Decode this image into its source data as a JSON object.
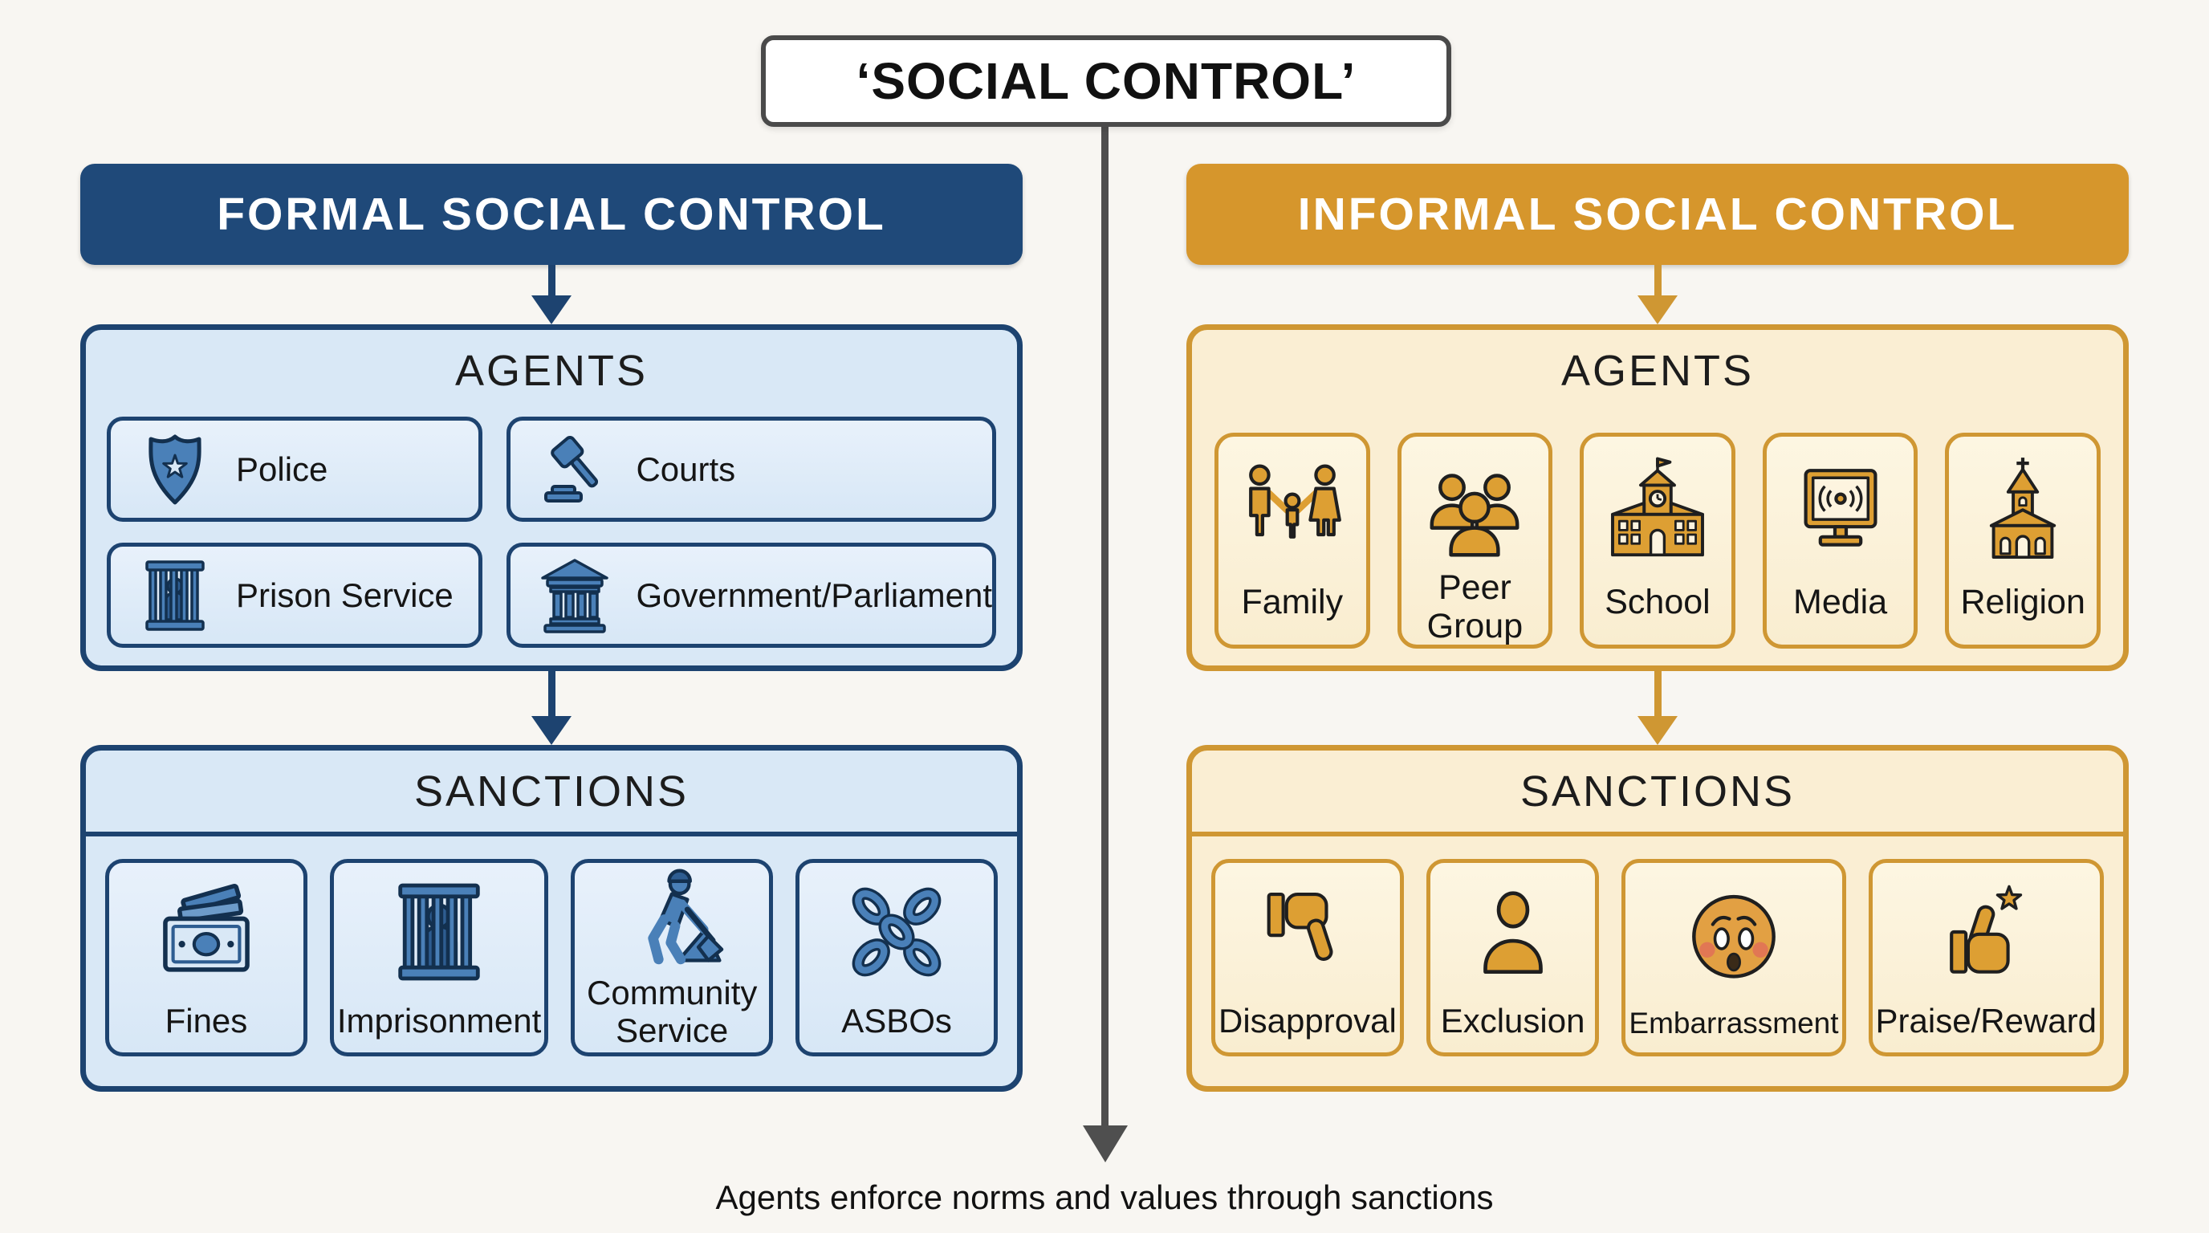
{
  "title": {
    "text": "‘SOCIAL CONTROL’"
  },
  "caption": "Agents enforce norms and values through sanctions",
  "colors": {
    "background": "#f8f6f2",
    "connector": "#4f4f4f",
    "formal_accent": "#1f4979",
    "formal_panel": "#d9e8f6",
    "formal_card": "#e3eefa",
    "formal_icon": "#4a80b8",
    "informal_accent": "#d6962c",
    "informal_panel": "#faeed3",
    "informal_card": "#fbf3dd",
    "informal_icon": "#dd9f33"
  },
  "formal": {
    "header": "FORMAL SOCIAL CONTROL",
    "agents": {
      "heading": "AGENTS",
      "items": [
        {
          "label": "Police",
          "icon": "police-badge-icon"
        },
        {
          "label": "Courts",
          "icon": "gavel-icon"
        },
        {
          "label": "Prison Service",
          "icon": "prison-bars-icon"
        },
        {
          "label": "Government/Parliament",
          "icon": "government-building-icon"
        }
      ]
    },
    "sanctions": {
      "heading": "SANCTIONS",
      "items": [
        {
          "label": "Fines",
          "icon": "banknote-icon"
        },
        {
          "label": "Imprisonment",
          "icon": "jail-cell-icon"
        },
        {
          "label": "Community Service",
          "icon": "worker-shovel-icon"
        },
        {
          "label": "ASBOs",
          "icon": "crossed-chains-icon"
        }
      ]
    }
  },
  "informal": {
    "header": "INFORMAL SOCIAL CONTROL",
    "agents": {
      "heading": "AGENTS",
      "items": [
        {
          "label": "Family",
          "icon": "family-icon"
        },
        {
          "label": "Peer Group",
          "icon": "peer-group-icon"
        },
        {
          "label": "School",
          "icon": "school-icon"
        },
        {
          "label": "Media",
          "icon": "media-monitor-icon"
        },
        {
          "label": "Religion",
          "icon": "church-icon"
        }
      ]
    },
    "sanctions": {
      "heading": "SANCTIONS",
      "items": [
        {
          "label": "Disapproval",
          "icon": "thumbs-down-icon"
        },
        {
          "label": "Exclusion",
          "icon": "person-silhouette-icon"
        },
        {
          "label": "Embarrassment",
          "icon": "flushed-face-icon"
        },
        {
          "label": "Praise/Reward",
          "icon": "thumbs-up-star-icon"
        }
      ]
    }
  }
}
